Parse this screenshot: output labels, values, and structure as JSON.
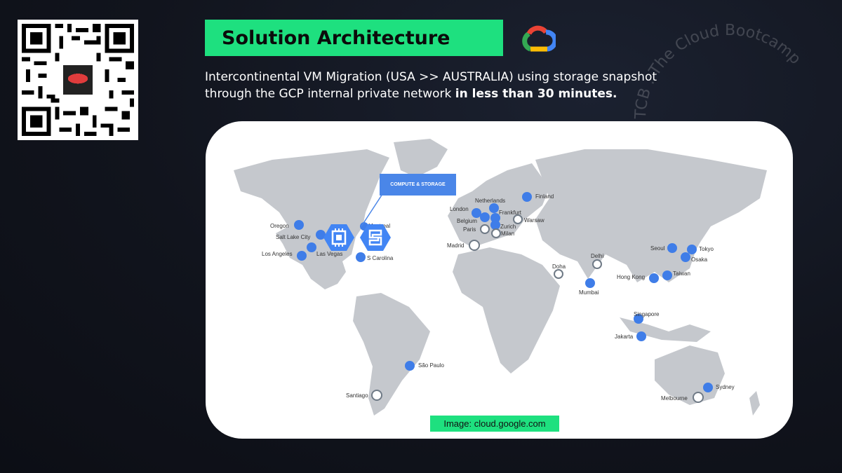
{
  "title": "Solution Architecture",
  "subtitle": {
    "line1": "Intercontinental VM Migration (USA >> AUSTRALIA) using storage snapshot",
    "line2_prefix": "through the GCP internal private network ",
    "line2_bold": "in less than 30 minutes."
  },
  "watermark_text": "TCB . The Cloud Bootcamp",
  "callout_label": "COMPUTE & STORAGE",
  "credit": "Image: cloud.google.com",
  "colors": {
    "accent": "#1ee07f",
    "pin_blue": "#3f7de8",
    "callout_blue": "#4a86e8",
    "land": "#c5c8cd"
  },
  "cities": [
    {
      "name": "Oregon",
      "type": "region"
    },
    {
      "name": "Salt Lake City",
      "type": "region"
    },
    {
      "name": "Las Vegas",
      "type": "region"
    },
    {
      "name": "Los Angeles",
      "type": "region"
    },
    {
      "name": "Montreal",
      "type": "region"
    },
    {
      "name": "S Carolina",
      "type": "region"
    },
    {
      "name": "Finland",
      "type": "region"
    },
    {
      "name": "Netherlands",
      "type": "region"
    },
    {
      "name": "London",
      "type": "region"
    },
    {
      "name": "Frankfurt",
      "type": "region"
    },
    {
      "name": "Belgium",
      "type": "region"
    },
    {
      "name": "Zurich",
      "type": "region"
    },
    {
      "name": "Paris",
      "type": "future"
    },
    {
      "name": "Warsaw",
      "type": "future"
    },
    {
      "name": "Milan",
      "type": "future"
    },
    {
      "name": "Madrid",
      "type": "future"
    },
    {
      "name": "Delhi",
      "type": "future"
    },
    {
      "name": "Doha",
      "type": "future"
    },
    {
      "name": "Mumbai",
      "type": "region"
    },
    {
      "name": "Seoul",
      "type": "region"
    },
    {
      "name": "Tokyo",
      "type": "region"
    },
    {
      "name": "Osaka",
      "type": "region"
    },
    {
      "name": "Taiwan",
      "type": "region"
    },
    {
      "name": "Hong Kong",
      "type": "region"
    },
    {
      "name": "Singapore",
      "type": "region"
    },
    {
      "name": "Jakarta",
      "type": "region"
    },
    {
      "name": "São Paulo",
      "type": "region"
    },
    {
      "name": "Santiago",
      "type": "future"
    },
    {
      "name": "Sydney",
      "type": "region"
    },
    {
      "name": "Melbourne",
      "type": "future"
    }
  ]
}
